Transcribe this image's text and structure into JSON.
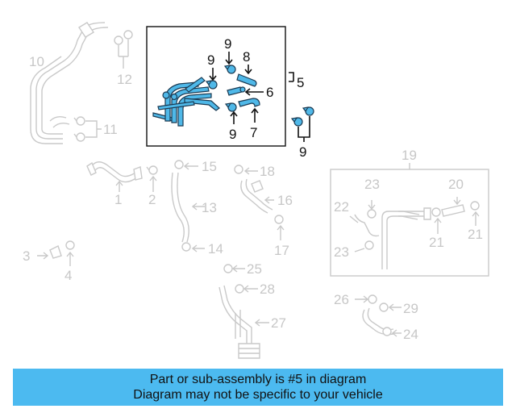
{
  "callouts": {
    "c1": "1",
    "c2": "2",
    "c3": "3",
    "c4": "4",
    "c5": "5",
    "c6": "6",
    "c7": "7",
    "c8": "8",
    "c9": "9",
    "c10": "10",
    "c11": "11",
    "c12": "12",
    "c13": "13",
    "c14": "14",
    "c15": "15",
    "c16": "16",
    "c17": "17",
    "c18": "18",
    "c19": "19",
    "c20": "20",
    "c21": "21",
    "c22": "22",
    "c23": "23",
    "c24": "24",
    "c25": "25",
    "c26": "26",
    "c27": "27",
    "c28": "28",
    "c29": "29"
  },
  "highlighted_part": "5",
  "colors": {
    "highlight": "#4fb8e8",
    "banner": "#4cbaf0",
    "dim": "#c7c7c7"
  },
  "banner": {
    "line1": "Part or sub-assembly is #5 in diagram",
    "line2": "Diagram may not be specific to your vehicle"
  }
}
